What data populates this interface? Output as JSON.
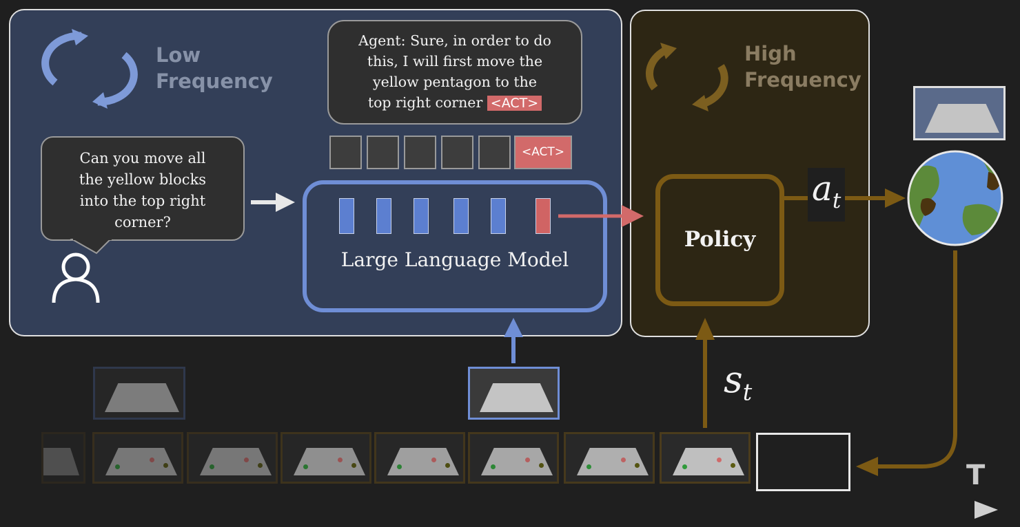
{
  "low_panel": {
    "label_line1": "Low",
    "label_line2": "Frequency",
    "loop_color": "#7e9ad8"
  },
  "high_panel": {
    "label_line1": "High",
    "label_line2": "Frequency",
    "loop_color": "#7c5f20"
  },
  "user_bubble": {
    "lines": [
      "Can you move all",
      "the yellow blocks",
      "into the top right",
      "corner?"
    ]
  },
  "agent_bubble": {
    "lines": [
      "Agent: Sure, in order to do",
      "this, I will first move the",
      "yellow pentagon to the"
    ],
    "last_line": "top right corner",
    "act_tag": "<ACT>"
  },
  "token_row": {
    "act_token": "<ACT>"
  },
  "llm": {
    "title": "Large Language Model",
    "accent": "#6f8ed6"
  },
  "policy": {
    "title": "Policy",
    "accent": "#7c5a14"
  },
  "math": {
    "action": "a",
    "action_sub": "t",
    "state": "s",
    "state_sub": "t"
  },
  "time_axis": {
    "label": "T"
  },
  "icons": [
    "low-frequency-loop-icon",
    "high-frequency-loop-icon",
    "user-icon",
    "globe-icon"
  ]
}
